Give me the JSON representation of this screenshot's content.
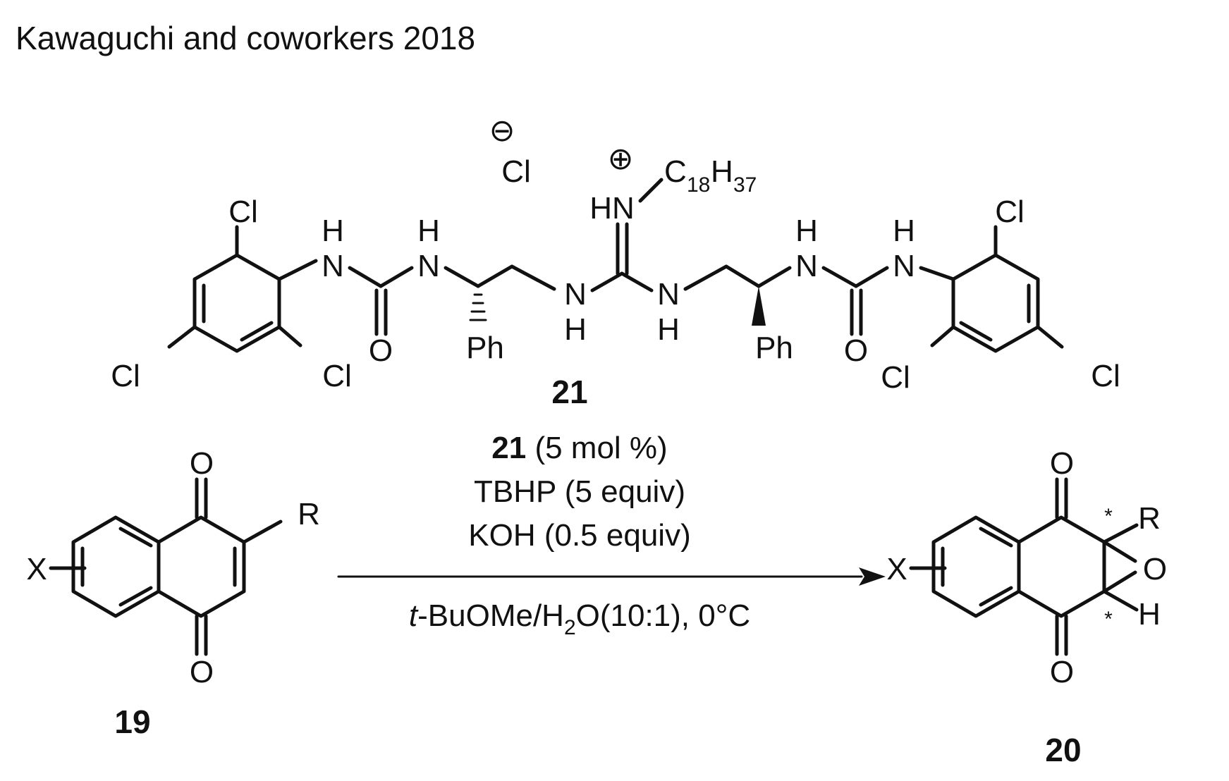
{
  "title": "Kawaguchi and coworkers 2018",
  "catalyst": {
    "label": "21",
    "counterion": "Cl",
    "anion_charge": "⊖",
    "cation_charge": "⊕",
    "HN": "HN",
    "C": "C",
    "c_sub": "18",
    "H": "H",
    "h_sub": "37",
    "H_atom": "H",
    "N_atom": "N",
    "O_atom": "O",
    "Cl_atom": "Cl",
    "Ph": "Ph"
  },
  "reactant": {
    "label": "19",
    "X": "X",
    "R": "R",
    "O": "O"
  },
  "product": {
    "label": "20",
    "X": "X",
    "R": "R",
    "O": "O",
    "H": "H",
    "stereo_mark": "*"
  },
  "conditions": {
    "catalyst_ref": "21",
    "catalyst_loading": " (5 mol %)",
    "line2": "TBHP (5 equiv)",
    "line3": "KOH (0.5 equiv)",
    "solvent_italic": "t",
    "solvent_a": "-BuOMe/H",
    "solvent_sub": "2",
    "solvent_b": "O(10:1), 0°C"
  }
}
